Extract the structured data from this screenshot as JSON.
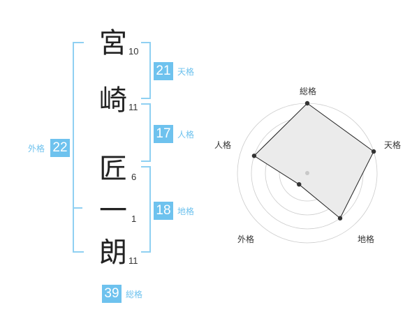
{
  "name": {
    "chars": [
      {
        "char": "宮",
        "strokes": "10"
      },
      {
        "char": "崎",
        "strokes": "11"
      },
      {
        "char": "匠",
        "strokes": "6"
      },
      {
        "char": "一",
        "strokes": "1"
      },
      {
        "char": "朗",
        "strokes": "11"
      }
    ]
  },
  "scores": {
    "tenkaku": {
      "value": "21",
      "label": "天格"
    },
    "jinkaku": {
      "value": "17",
      "label": "人格"
    },
    "chikaku": {
      "value": "18",
      "label": "地格"
    },
    "gaikaku": {
      "value": "22",
      "label": "外格"
    },
    "soukaku": {
      "value": "39",
      "label": "総格"
    }
  },
  "chart_data": {
    "type": "radar",
    "axes": [
      "総格",
      "天格",
      "地格",
      "外格",
      "人格"
    ],
    "values": [
      5,
      5,
      4,
      1,
      4
    ],
    "max": 5,
    "rings": 5
  },
  "colors": {
    "accent": "#6ec2ee",
    "bracket": "#8fd0f2",
    "radar_fill": "#ebebeb",
    "radar_grid": "#cccccc"
  }
}
